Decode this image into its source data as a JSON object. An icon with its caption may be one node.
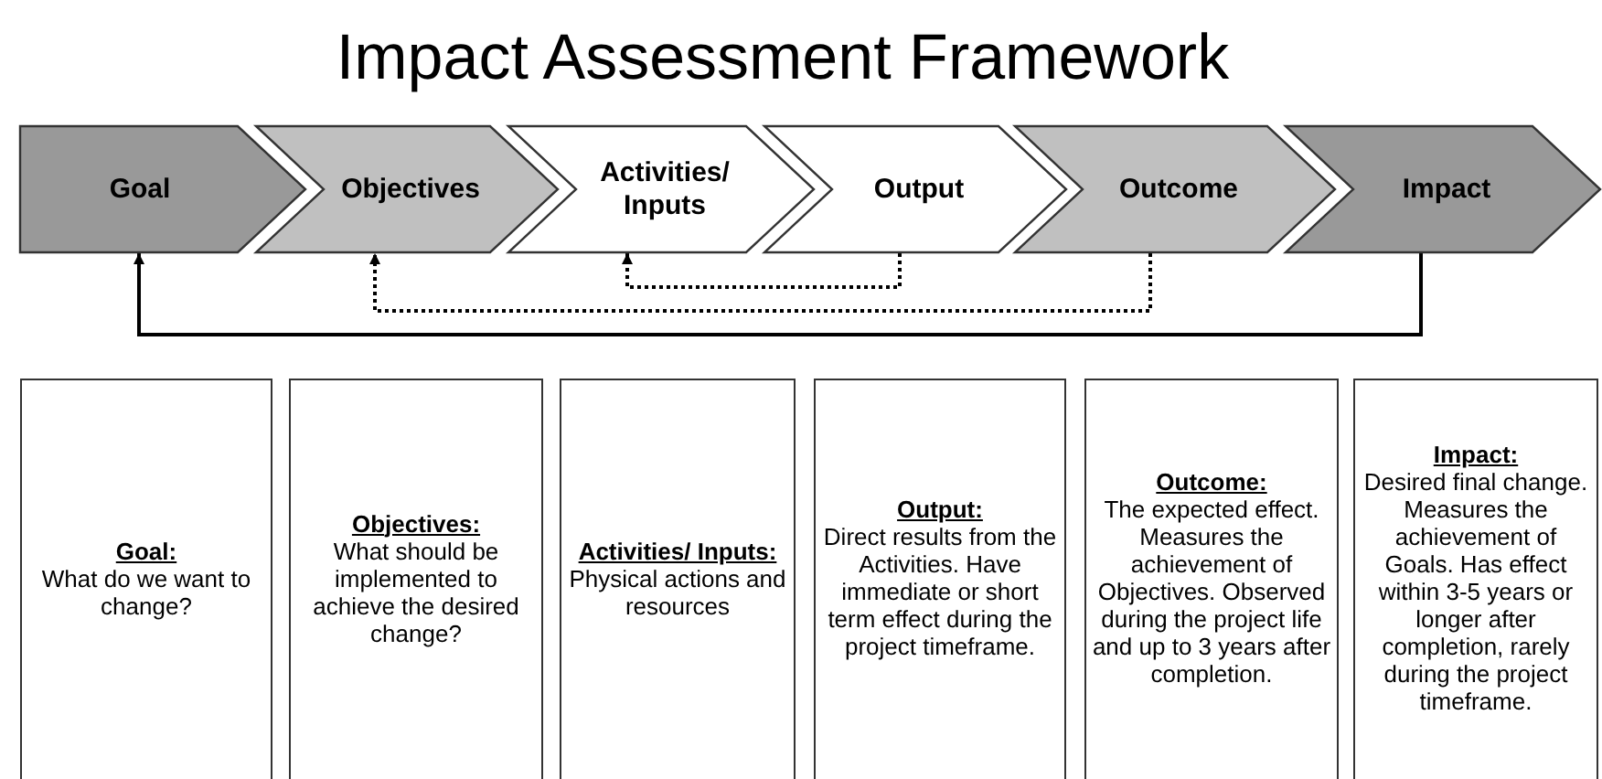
{
  "diagram": {
    "title": "Impact Assessment Framework",
    "nodes": [
      {
        "text": [
          "Goal"
        ]
      },
      {
        "text": [
          "Objectives"
        ]
      },
      {
        "text": [
          "Activities/ Inputs"
        ]
      },
      {
        "text": [
          "Output"
        ]
      },
      {
        "text": [
          "Outcome"
        ]
      },
      {
        "text": [
          "Impact"
        ]
      },
      {
        "text": [
          "Goal:",
          "What do we want to change?"
        ]
      },
      {
        "text": [
          "Objectives:",
          "What should be implemented to achieve the desired change?"
        ]
      },
      {
        "text": [
          "Activities/ Inputs:",
          "Physical actions and resources"
        ]
      },
      {
        "text": [
          "Output:",
          "Direct results from the Activities. Have immediate or short term effect during the project timeframe."
        ]
      },
      {
        "text": [
          "Outcome:",
          "The expected effect. Measures the achievement of Objectives. Observed during the project life and up to 3 years after completion."
        ]
      },
      {
        "text": [
          "Impact:",
          "Desired final change. Measures the achievement of Goals. Has effect within 3-5 years or longer after completion, rarely during the project timeframe."
        ]
      }
    ],
    "edges": [
      {
        "from": 5,
        "to": 0,
        "arrow": "to"
      },
      {
        "from": 4,
        "to": 1,
        "arrow": "to",
        "style": "dashed"
      },
      {
        "from": 3,
        "to": 2,
        "arrow": "to",
        "style": "dashed"
      }
    ]
  }
}
